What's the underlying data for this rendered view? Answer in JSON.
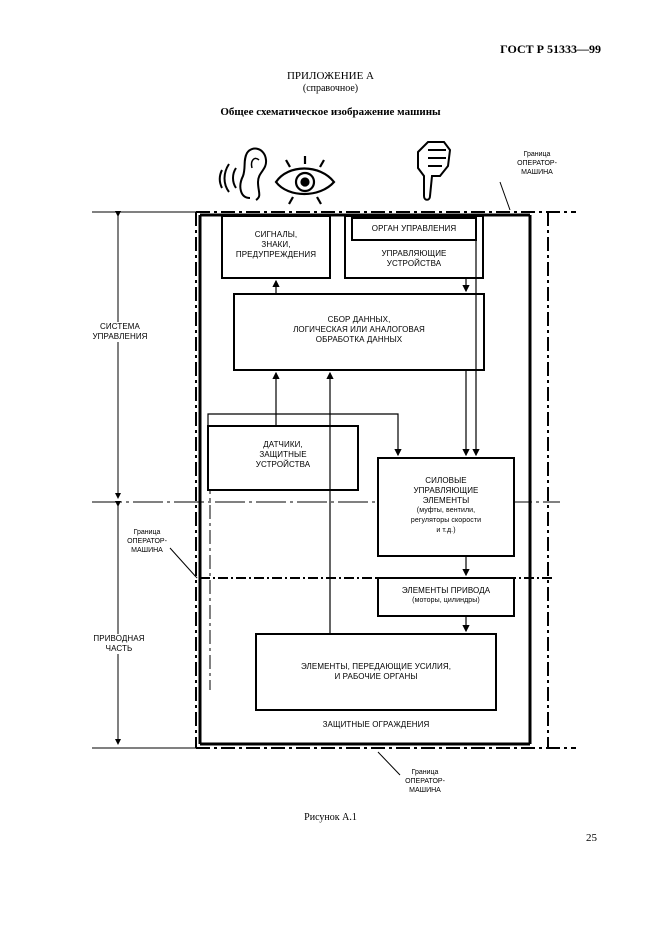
{
  "header": {
    "standard": "ГОСТ Р 51333—99"
  },
  "appendix": {
    "title": "ПРИЛОЖЕНИЕ А",
    "subtitle": "(справочное)"
  },
  "section_title": "Общее схематическое изображение машины",
  "diagram": {
    "border_top_label": [
      "Граница",
      "ОПЕРАТОР-",
      "МАШИНА"
    ],
    "border_left_label": [
      "Граница",
      "ОПЕРАТОР-",
      "МАШИНА"
    ],
    "border_bottom_label": [
      "Граница",
      "ОПЕРАТОР-",
      "МАШИНА"
    ],
    "zone_control": [
      "СИСТЕМА",
      "УПРАВЛЕНИЯ"
    ],
    "zone_drive": [
      "ПРИВОДНАЯ",
      "ЧАСТЬ"
    ],
    "box_signals": [
      "СИГНАЛЫ,",
      "ЗНАКИ,",
      "ПРЕДУПРЕЖДЕНИЯ"
    ],
    "box_control_organ": "ОРГАН УПРАВЛЕНИЯ",
    "box_control_devices": [
      "УПРАВЛЯЮЩИЕ",
      "УСТРОЙСТВА"
    ],
    "box_data": [
      "СБОР ДАННЫХ,",
      "ЛОГИЧЕСКАЯ ИЛИ АНАЛОГОВАЯ",
      "ОБРАБОТКА ДАННЫХ"
    ],
    "box_sensors": [
      "ДАТЧИКИ,",
      "ЗАЩИТНЫЕ",
      "УСТРОЙСТВА"
    ],
    "box_power": [
      "СИЛОВЫЕ",
      "УПРАВЛЯЮЩИЕ",
      "ЭЛЕМЕНТЫ",
      "(муфты, вентили,",
      "регуляторы скорости",
      "и т.д.)"
    ],
    "box_drive": [
      "ЭЛЕМЕНТЫ ПРИВОДА",
      "(моторы, цилиндры)"
    ],
    "box_transfer": [
      "ЭЛЕМЕНТЫ, ПЕРЕДАЮЩИЕ УСИЛИЯ,",
      "И РАБОЧИЕ ОРГАНЫ"
    ],
    "guards": "ЗАЩИТНЫЕ ОГРАЖДЕНИЯ",
    "icons": [
      "ear-icon",
      "eye-icon",
      "pointing-hand-icon"
    ]
  },
  "figure_caption": "Рисунок А.1",
  "page_number": "25"
}
